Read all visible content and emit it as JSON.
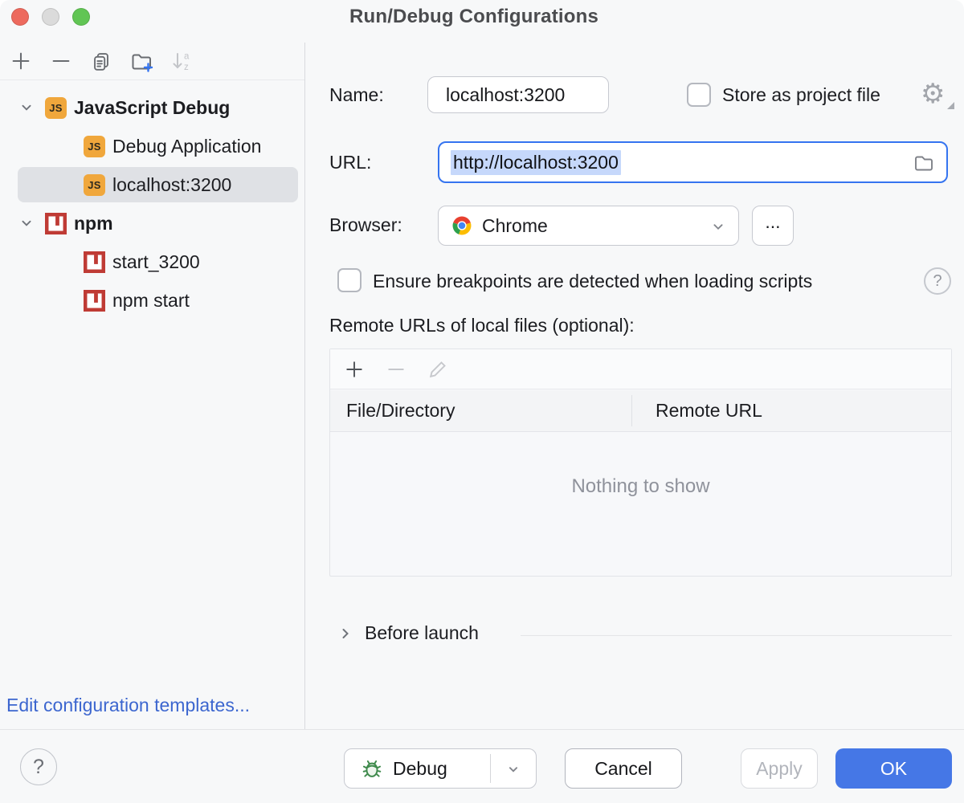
{
  "window": {
    "title": "Run/Debug Configurations"
  },
  "sidebar": {
    "tree": [
      {
        "label": "JavaScript Debug"
      },
      {
        "label": "Debug Application"
      },
      {
        "label": "localhost:3200"
      },
      {
        "label": "npm"
      },
      {
        "label": "start_3200"
      },
      {
        "label": "npm start"
      }
    ],
    "edit_templates_link": "Edit configuration templates..."
  },
  "form": {
    "name_label": "Name:",
    "name_value": "localhost:3200",
    "store_label": "Store as project file",
    "url_label": "URL:",
    "url_value": "http://localhost:3200",
    "browser_label": "Browser:",
    "browser_value": "Chrome",
    "browse_more_label": "...",
    "breakpoints_label": "Ensure breakpoints are detected when loading scripts",
    "remote_urls_label": "Remote URLs of local files (optional):",
    "table": {
      "columns": [
        "File/Directory",
        "Remote URL"
      ],
      "rows": [],
      "empty_text": "Nothing to show"
    },
    "before_launch_label": "Before launch"
  },
  "footer": {
    "debug_label": "Debug",
    "cancel_label": "Cancel",
    "apply_label": "Apply",
    "ok_label": "OK"
  },
  "icons": {
    "js_badge": "JS",
    "sort_a": "a",
    "sort_z": "z",
    "gear_glyph": "⚙",
    "help_glyph": "?"
  },
  "colors": {
    "accent_focus": "#3574f0",
    "ok_button": "#4577e6",
    "link": "#3c66cf",
    "js_icon": "#f0a73c",
    "npm_icon": "#bf3b35",
    "text_selection": "#c6d8fb",
    "tree_selection": "#dfe1e5",
    "bug_green": "#3f8a4c"
  }
}
